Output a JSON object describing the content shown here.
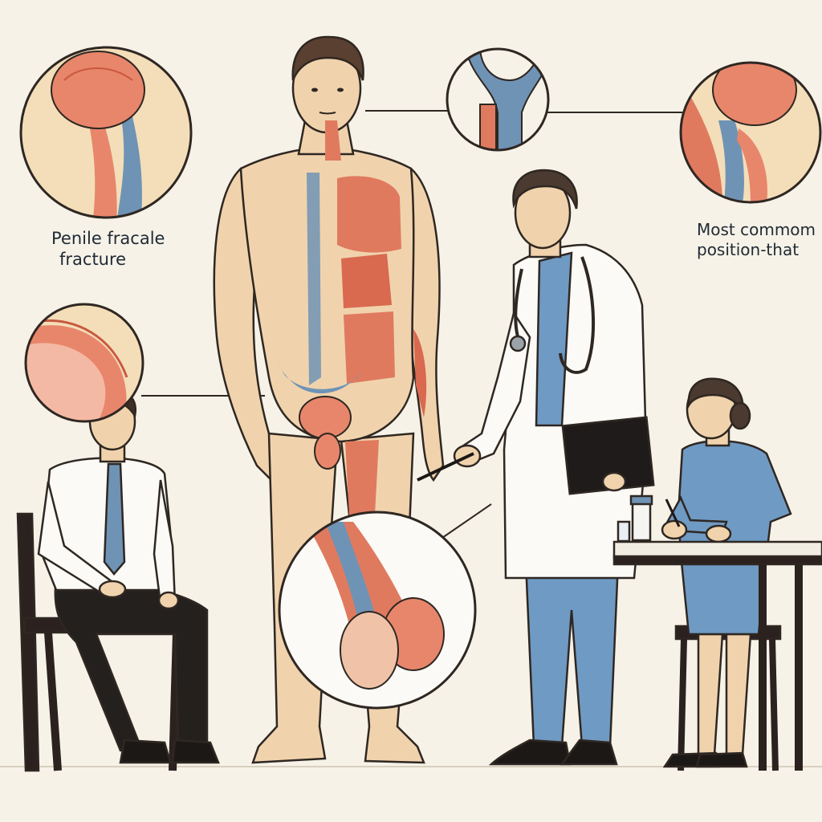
{
  "labels": {
    "left_line1": "Penile fracale",
    "left_line2": "fracture",
    "right_line1": "Most commom",
    "right_line2": "position-that"
  },
  "colors": {
    "background": "#f6f2e8",
    "skin": "#f0d3ad",
    "muscle": "#e07a5f",
    "vessel_blue": "#6f93b5",
    "outline": "#2f2722",
    "coat": "#fbfaf6",
    "scrubs": "#6f9ac3"
  }
}
